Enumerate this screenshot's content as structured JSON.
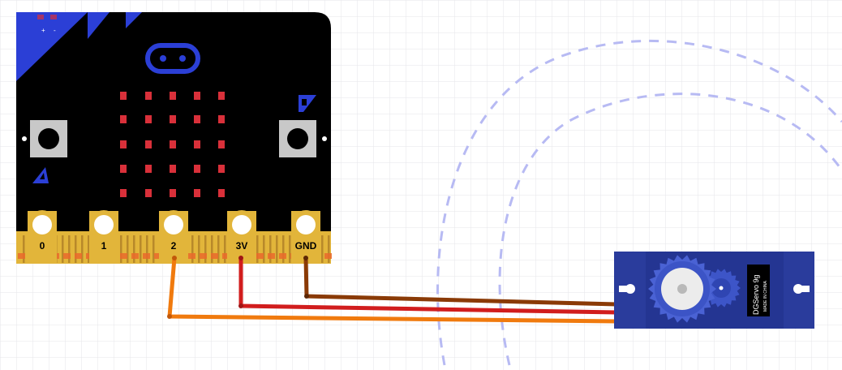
{
  "colors": {
    "grid": "#e6e6ea",
    "board": "#000000",
    "board_accent": "#2b3fd6",
    "led": "#d9303a",
    "gold": "#e2b53a",
    "servo_body": "#2a3c9c",
    "wire_signal": "#f07a0e",
    "wire_power": "#d11d1d",
    "wire_ground": "#8a3a06",
    "arc": "#b7baf3"
  },
  "microbit": {
    "pin_labels": [
      "0",
      "1",
      "2",
      "3V",
      "GND"
    ],
    "battery_marks": [
      "+",
      "-"
    ]
  },
  "servo": {
    "model": "DGServo 9g",
    "origin": "MADE IN CHINA"
  },
  "wires": [
    {
      "from": "2",
      "to": "signal",
      "color": "wire_signal"
    },
    {
      "from": "3V",
      "to": "power",
      "color": "wire_power"
    },
    {
      "from": "GND",
      "to": "ground",
      "color": "wire_ground"
    }
  ],
  "icons": [
    "button-a-icon",
    "button-b-icon",
    "logo-icon",
    "led-matrix",
    "servo-gear-icon"
  ]
}
